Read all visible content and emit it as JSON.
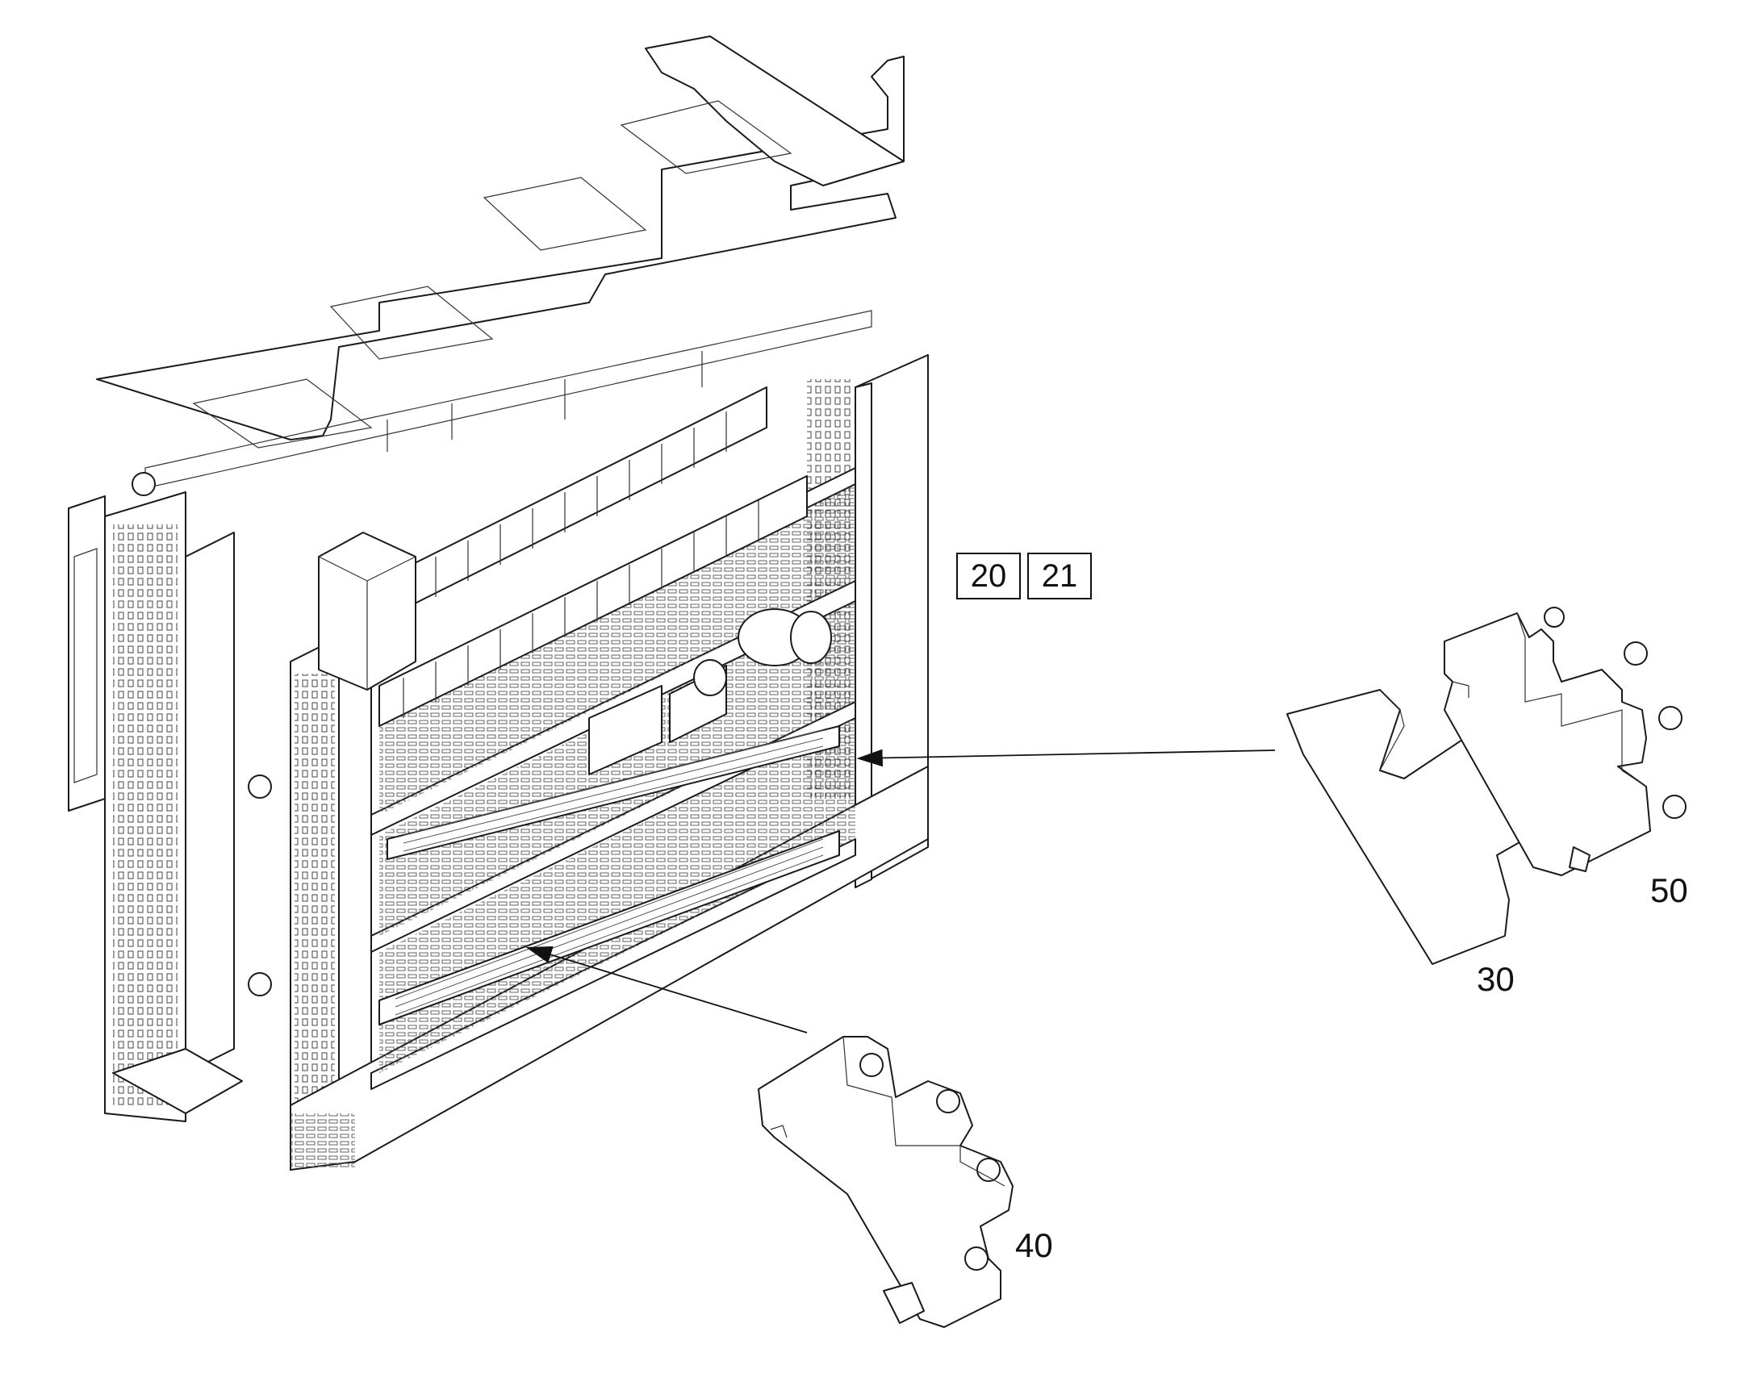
{
  "sheet_refs": [
    "20",
    "21"
  ],
  "item_numbers": {
    "cover": "30",
    "terminal_lower": "40",
    "terminal_upper": "50"
  },
  "colors": {
    "line": "#1a1a1a",
    "background": "#ffffff"
  }
}
